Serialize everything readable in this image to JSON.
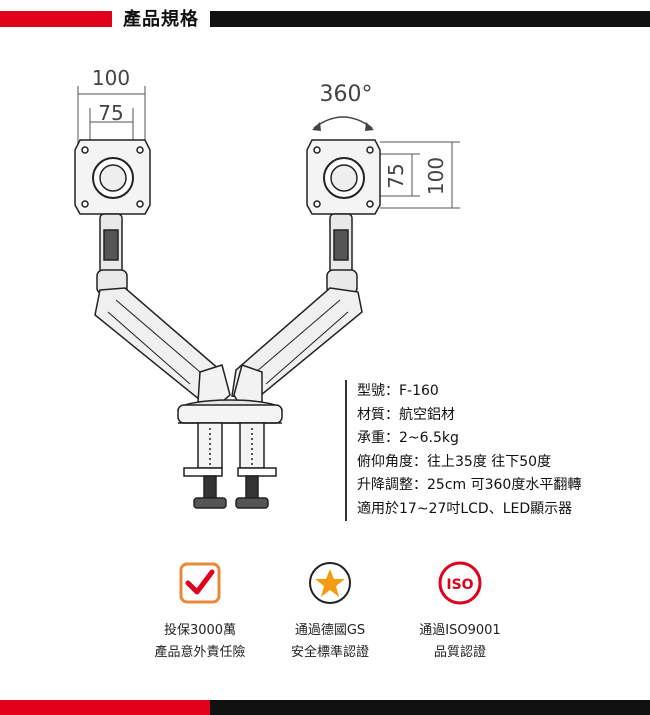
{
  "header": {
    "title": "產品規格"
  },
  "diagram": {
    "width_outer_label": "100",
    "width_inner_label": "75",
    "rotation_label": "360°",
    "height_inner_label": "75",
    "height_outer_label": "100"
  },
  "specs": [
    "型號：F-160",
    "材質：航空鋁材",
    "承重：2~6.5kg",
    "俯仰角度：往上35度  往下50度",
    "升降調整：25cm  可360度水平翻轉",
    "適用於17~27吋LCD、LED顯示器"
  ],
  "badges": [
    {
      "icon": "checkmark-icon",
      "line1": "投保3000萬",
      "line2": "產品意外責任險"
    },
    {
      "icon": "star-icon",
      "line1": "通過德國GS",
      "line2": "安全標準認證"
    },
    {
      "icon": "iso-icon",
      "icon_text": "ISO",
      "line1": "通過ISO9001",
      "line2": "品質認證"
    }
  ],
  "colors": {
    "accent": "#e0001b",
    "dark": "#111111",
    "star": "#f39c12"
  }
}
